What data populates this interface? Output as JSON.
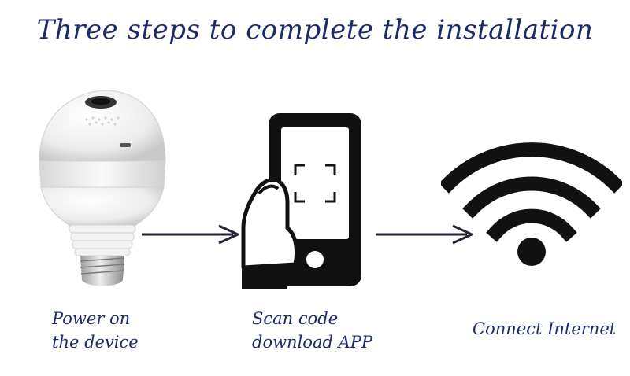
{
  "title": "Three steps to complete the installation",
  "steps": [
    {
      "icon": "camera-bulb-image",
      "label_lines": [
        "Power on",
        "the device"
      ]
    },
    {
      "icon": "phone-scan-icon",
      "label_lines": [
        "Scan code",
        "download APP"
      ]
    },
    {
      "icon": "wifi-icon",
      "label_lines": [
        "Connect Internet"
      ]
    }
  ],
  "colors": {
    "title_text": "#1b2a6b",
    "icons": "#111111",
    "arrows": "#222233"
  }
}
